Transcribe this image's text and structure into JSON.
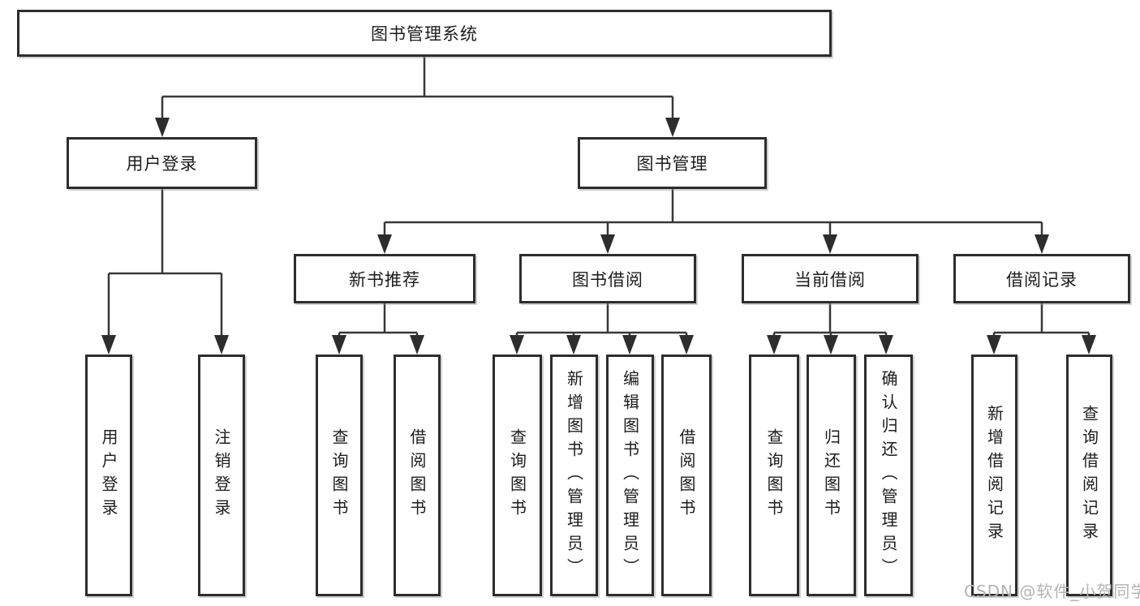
{
  "watermark": "CSDN @软件_小贺同学",
  "tree": {
    "root": {
      "label": "图书管理系统"
    },
    "branches": [
      {
        "label": "用户登录",
        "children": [
          {
            "label": "用户登录"
          },
          {
            "label": "注销登录"
          }
        ]
      },
      {
        "label": "图书管理",
        "children": [
          {
            "label": "新书推荐",
            "children": [
              {
                "label": "查询图书"
              },
              {
                "label": "借阅图书"
              }
            ]
          },
          {
            "label": "图书借阅",
            "children": [
              {
                "label": "查询图书"
              },
              {
                "label": "新增图书（管理员）"
              },
              {
                "label": "编辑图书（管理员）"
              },
              {
                "label": "借阅图书"
              }
            ]
          },
          {
            "label": "当前借阅",
            "children": [
              {
                "label": "查询图书"
              },
              {
                "label": "归还图书"
              },
              {
                "label": "确认归还（管理员）"
              }
            ]
          },
          {
            "label": "借阅记录",
            "children": [
              {
                "label": "新增借阅记录"
              },
              {
                "label": "查询借阅记录"
              }
            ]
          }
        ]
      }
    ]
  }
}
